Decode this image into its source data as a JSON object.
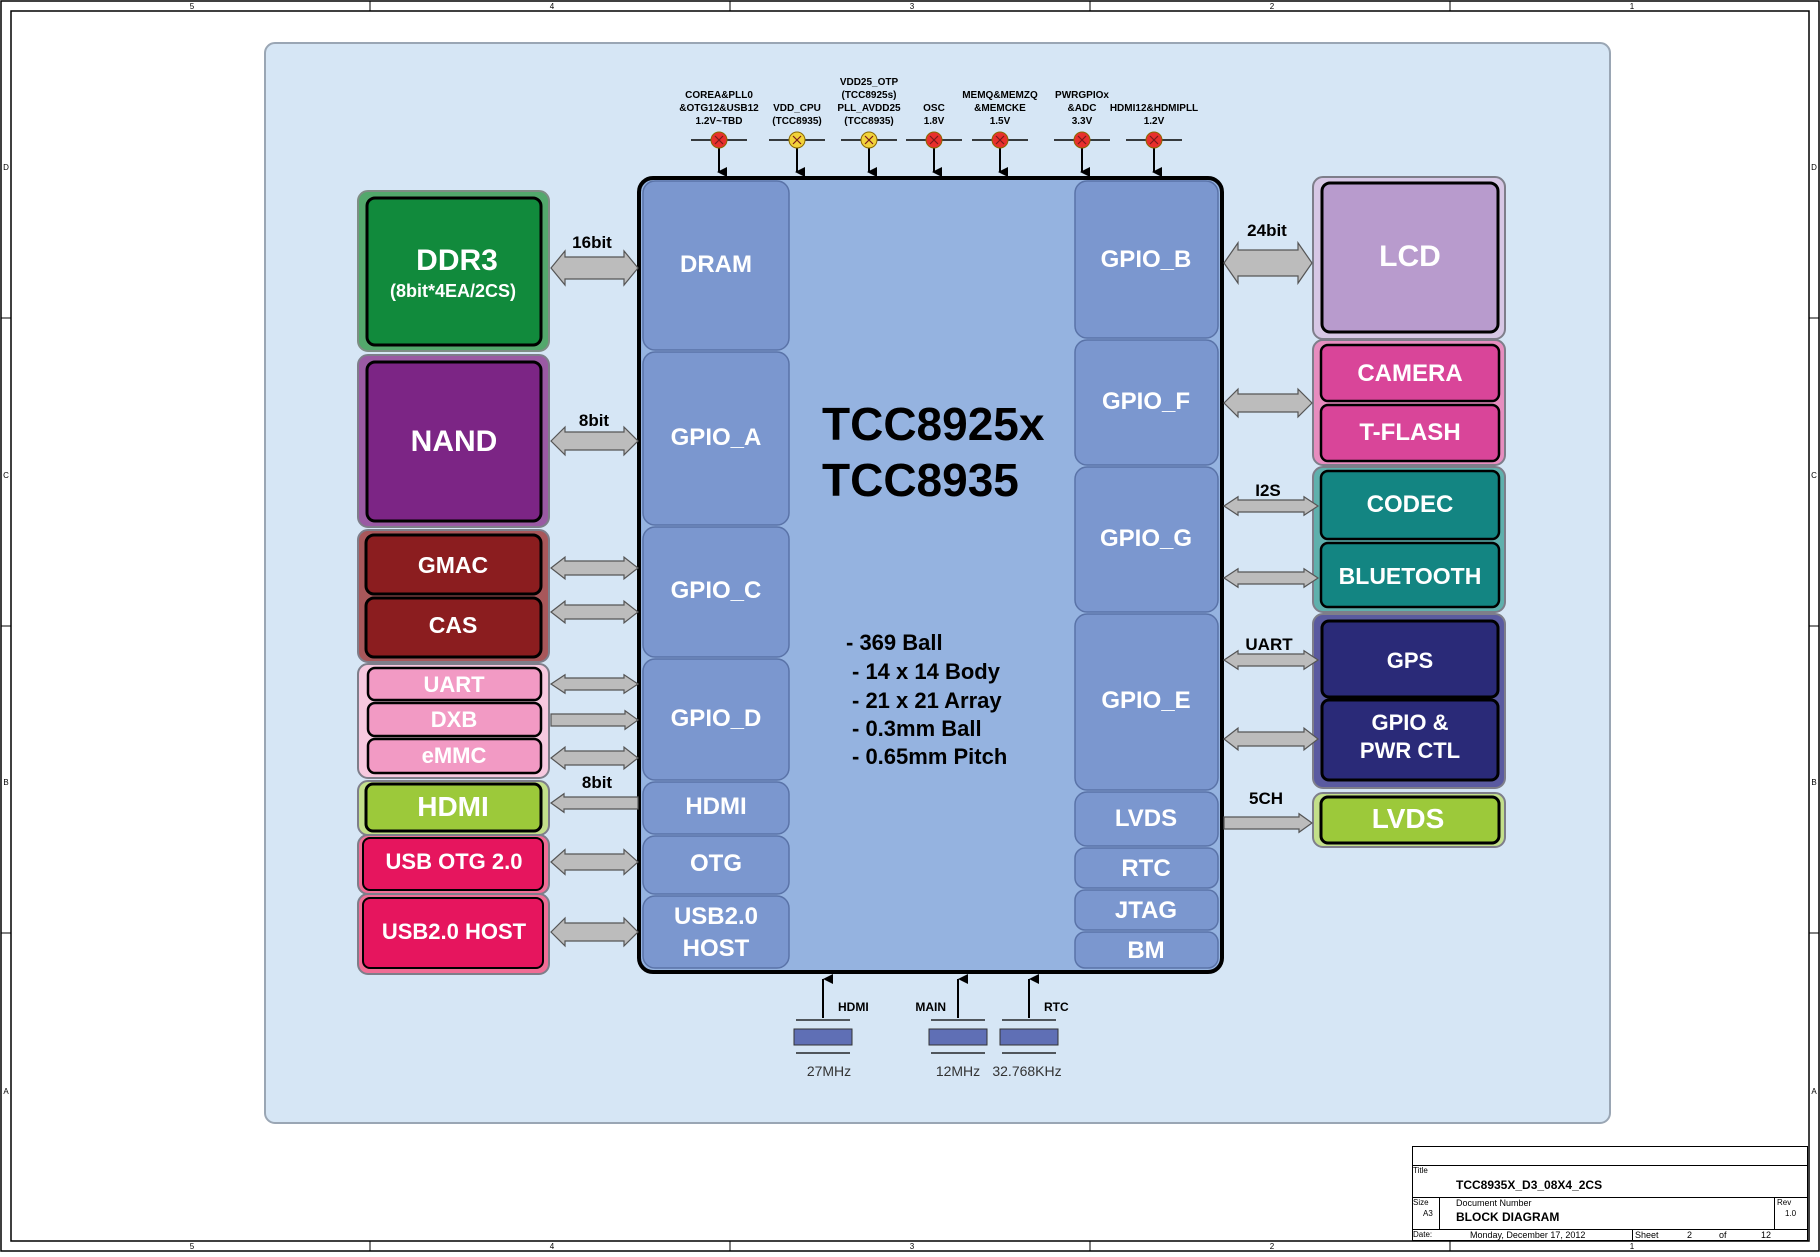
{
  "border": {
    "top_cols": [
      "5",
      "4",
      "3",
      "2",
      "1"
    ],
    "side_rows": [
      "D",
      "C",
      "B",
      "A"
    ]
  },
  "chip": {
    "name_line1": "TCC8925x",
    "name_line2": "TCC8935",
    "features": [
      "- 369 Ball",
      "- 14 x 14 Body",
      "- 21 x 21 Array",
      "- 0.3mm Ball",
      "- 0.65mm Pitch"
    ],
    "left_ports": [
      "DRAM",
      "GPIO_A",
      "GPIO_C",
      "GPIO_D",
      "HDMI",
      "OTG",
      "USB2.0",
      "HOST"
    ],
    "right_ports": [
      "GPIO_B",
      "GPIO_F",
      "GPIO_G",
      "GPIO_E",
      "LVDS",
      "RTC",
      "JTAG",
      "BM"
    ]
  },
  "power": [
    {
      "l1": "COREA&PLL0",
      "l2": "&OTG12&USB12",
      "l3": "1.2V~TBD",
      "color": "#e8302c"
    },
    {
      "l1": "",
      "l2": "VDD_CPU",
      "l3": "(TCC8935)",
      "color": "#f2d23a"
    },
    {
      "l0": "VDD25_OTP",
      "l1": "(TCC8925s)",
      "l2": "PLL_AVDD25",
      "l3": "(TCC8935)",
      "color": "#f2d23a"
    },
    {
      "l1": "",
      "l2": "OSC",
      "l3": "1.8V",
      "color": "#e8302c"
    },
    {
      "l1": "MEMQ&MEMZQ",
      "l2": "&MEMCKE",
      "l3": "1.5V",
      "color": "#e8302c"
    },
    {
      "l1": "PWRGPIOx",
      "l2": "&ADC",
      "l3": "3.3V",
      "color": "#e8302c"
    },
    {
      "l1": "",
      "l2": "HDMI12&HDMIPLL",
      "l3": "1.2V",
      "color": "#e8302c"
    }
  ],
  "left_blocks": {
    "ddr3": "DDR3",
    "ddr3_sub": "(8bit*4EA/2CS)",
    "nand": "NAND",
    "gmac": "GMAC",
    "cas": "CAS",
    "uart": "UART",
    "dxb": "DXB",
    "emmc": "eMMC",
    "hdmi": "HDMI",
    "usb_otg": "USB OTG 2.0",
    "usb_host": "USB2.0 HOST"
  },
  "right_blocks": {
    "lcd": "LCD",
    "camera": "CAMERA",
    "tflash": "T-FLASH",
    "codec": "CODEC",
    "bluetooth": "BLUETOOTH",
    "gps": "GPS",
    "gpio_pwr1": "GPIO &",
    "gpio_pwr2": "PWR CTL",
    "lvds": "LVDS"
  },
  "bus_labels": {
    "ddr": "16bit",
    "nand": "8bit",
    "emmc": "8bit",
    "lcd": "24bit",
    "codec": "I2S",
    "gps": "UART",
    "lvds": "5CH"
  },
  "clocks": [
    {
      "name": "HDMI",
      "freq": "27MHz"
    },
    {
      "name": "MAIN",
      "freq": "12MHz"
    },
    {
      "name": "RTC",
      "freq": "32.768KHz"
    }
  ],
  "title_block": {
    "title_label": "Title",
    "title": "TCC8935X_D3_08X4_2CS",
    "size_label": "Size",
    "size": "A3",
    "docnum_label": "Document Number",
    "docnum": "BLOCK DIAGRAM",
    "rev_label": "Rev",
    "rev": "1.0",
    "date_label": "Date:",
    "date": "Monday, December 17, 2012",
    "sheet_label": "Sheet",
    "sheet": "2",
    "of_label": "of",
    "of": "12"
  },
  "colors": {
    "background_panel": "#d6e6f5",
    "chip_fill": "#95b3e0",
    "port_fill": "#7b97cf",
    "ddr3": "#118a3c",
    "nand": "#7c2585",
    "gmac_cas": "#8b1d1f",
    "uart_dxb_emmc": "#f29ac4",
    "hdmi_lvds": "#9cc93a",
    "usb": "#e6155e",
    "lcd": "#b89bcd",
    "camera_tflash": "#d94599",
    "codec_bt": "#138582",
    "gps": "#2a2a78"
  }
}
